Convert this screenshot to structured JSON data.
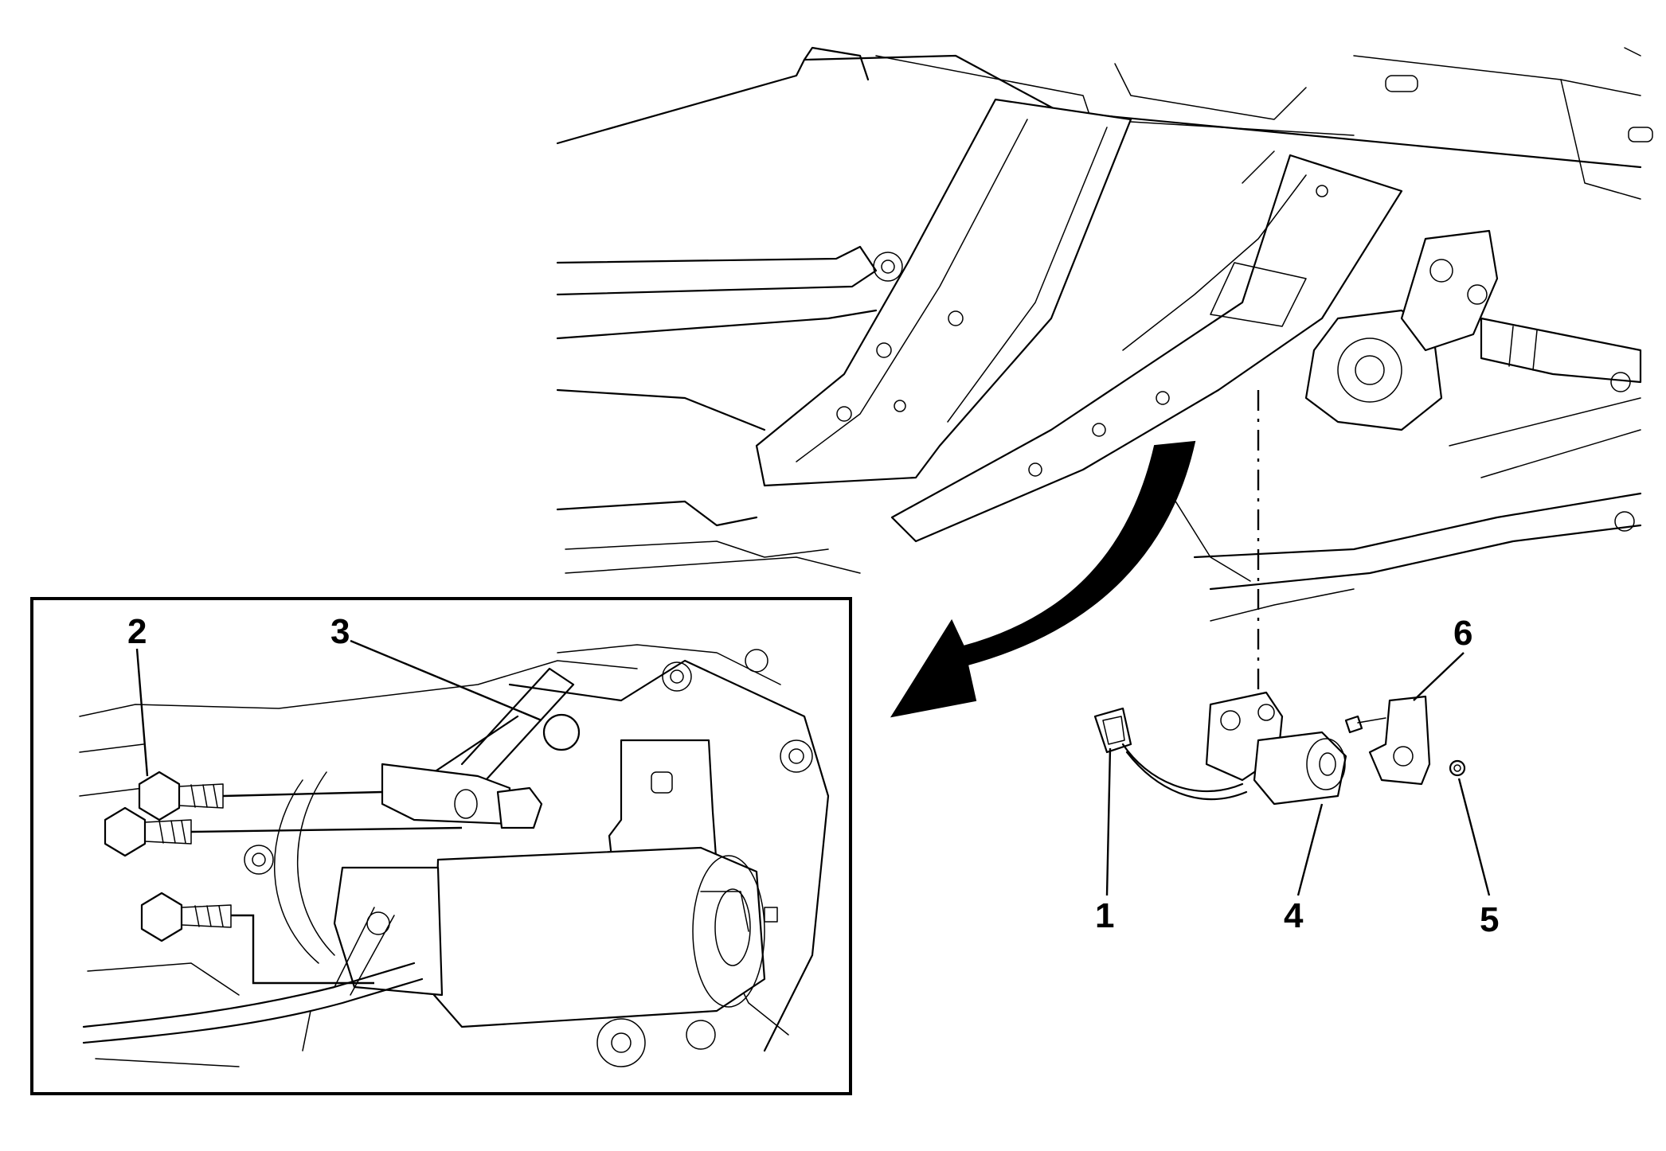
{
  "callouts": [
    {
      "id": "1",
      "label": "1"
    },
    {
      "id": "2",
      "label": "2"
    },
    {
      "id": "3",
      "label": "3"
    },
    {
      "id": "4",
      "label": "4"
    },
    {
      "id": "5",
      "label": "5"
    },
    {
      "id": "6",
      "label": "6"
    }
  ],
  "icons": {
    "arrow": "curved-arrow-icon"
  },
  "colors": {
    "line": "#000000",
    "background": "#ffffff"
  }
}
